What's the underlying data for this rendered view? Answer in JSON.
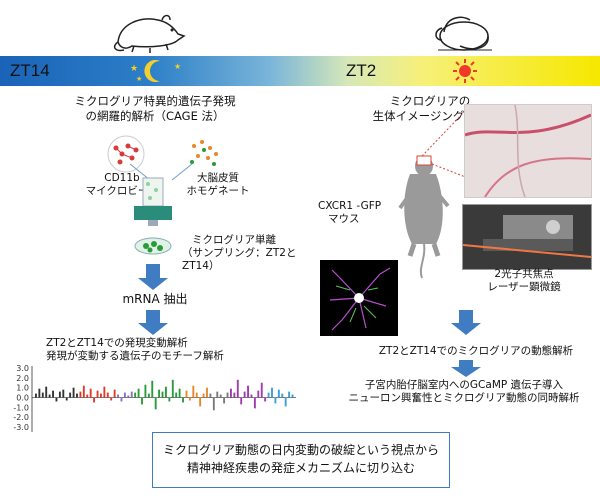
{
  "header": {
    "left_label": "ZT14",
    "right_label": "ZT2",
    "moon_color": "#f2cf2c",
    "sun_color": "#ef3a2a"
  },
  "left": {
    "title_line1": "ミクログリア特異的遺伝子発現",
    "title_line2": "の網羅的解析（CAGE 法）",
    "beads_line1": "CD11b",
    "beads_line2": "マイクロビーズ",
    "homogenate_line1": "大脳皮質",
    "homogenate_line2": "ホモゲネート",
    "isolation_line1": "ミクログリア単離",
    "isolation_line2": "（サンプリング：ZT2とZT14）",
    "mrna": "mRNA 抽出",
    "analysis_line1": "ZT2とZT14での発現変動解析",
    "analysis_line2": "発現が変動する遺伝子のモチーフ解析"
  },
  "right": {
    "title_line1": "ミクログリアの",
    "title_line2": "生体イメージング解析",
    "mouse_line1": "CXCR1 -GFP",
    "mouse_line2": "マウス",
    "microscope_line1": "2光子共焦点",
    "microscope_line2": "レーザー顕微鏡",
    "dynamics": "ZT2とZT14でのミクログリアの動態解析",
    "gcamp_line1": "子宮内胎仔脳室内へのGCaMP 遺伝子導入",
    "gcamp_line2": "ニューロン興奮性とミクログリア動態の同時解析"
  },
  "conclusion": {
    "line1": "ミクログリア動態の日内変動の破綻という視点から",
    "line2": "精神神経疾患の発症メカニズムに切り込む"
  },
  "chart_data": {
    "type": "bar",
    "y_ticks": [
      "3.0",
      "2.0",
      "1.0",
      "0.0",
      "-1.0",
      "-2.0",
      "-3.0"
    ],
    "ylim": [
      -3.5,
      3.2
    ],
    "series": [
      {
        "color": "#333333",
        "values": [
          0.4,
          0.9,
          0.5,
          1.1,
          0.3,
          0.7,
          -0.4,
          0.6,
          0.8,
          -0.3,
          0.5,
          1.0,
          0.4
        ]
      },
      {
        "color": "#e03a2a",
        "values": [
          0.6,
          1.2,
          0.3,
          0.9,
          -0.5,
          0.7,
          0.4,
          1.1,
          0.5,
          -0.3,
          0.8
        ]
      },
      {
        "color": "#8a6fc4",
        "values": [
          0.3,
          -0.4,
          0.5,
          0.2,
          0.6
        ]
      },
      {
        "color": "#2a9a3a",
        "values": [
          0.5,
          0.9,
          -0.7,
          1.3,
          0.4,
          1.7,
          -1.2,
          0.8,
          0.6,
          1.1,
          -0.4,
          1.8,
          0.5,
          0.9,
          -0.5
        ]
      },
      {
        "color": "#e8862a",
        "values": [
          0.7,
          -0.3,
          1.2,
          0.5,
          -0.9,
          0.4,
          1.0
        ]
      },
      {
        "color": "#7a7a7a",
        "values": [
          0.4,
          -1.3,
          0.6,
          0.3,
          -0.6,
          0.5
        ]
      },
      {
        "color": "#a03ab0",
        "values": [
          0.9,
          0.5,
          1.8,
          -0.7,
          0.6,
          1.2,
          0.3,
          -1.1,
          0.7,
          1.5,
          -0.4
        ]
      },
      {
        "color": "#3aa0d8",
        "values": [
          0.5,
          1.0,
          -0.6,
          0.8,
          0.4,
          -0.9,
          0.6,
          0.3
        ]
      }
    ]
  }
}
